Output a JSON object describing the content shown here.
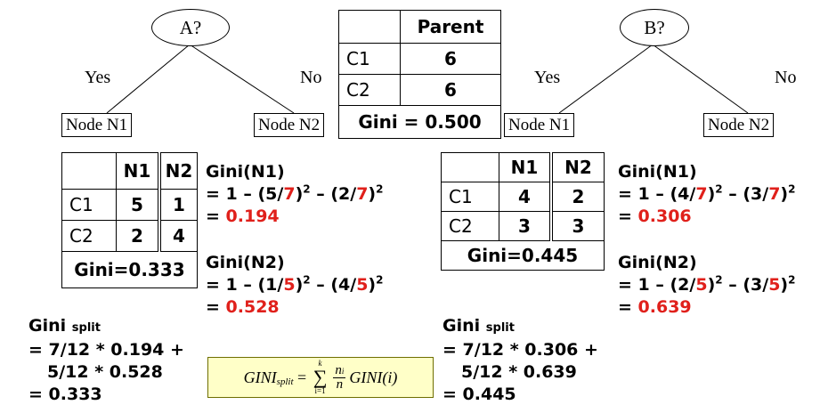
{
  "tree_a": {
    "question": "A?",
    "yes": "Yes",
    "no": "No",
    "left_node": "Node N1",
    "right_node": "Node N2"
  },
  "tree_b": {
    "question": "B?",
    "yes": "Yes",
    "no": "No",
    "left_node": "Node N1",
    "right_node": "Node N2"
  },
  "parent_table": {
    "header": "Parent",
    "rows": [
      {
        "label": "C1",
        "value": "6"
      },
      {
        "label": "C2",
        "value": "6"
      }
    ],
    "gini": "Gini = 0.500"
  },
  "split_a": {
    "table": {
      "headers": [
        "N1",
        "N2"
      ],
      "rows": [
        {
          "label": "C1",
          "n1": "5",
          "n2": "1"
        },
        {
          "label": "C2",
          "n1": "2",
          "n2": "4"
        }
      ],
      "gini": "Gini=0.333"
    },
    "gini_n1": {
      "title": "Gini(N1)",
      "eq_pre": "= 1 – (5/",
      "d1": "7",
      "eq_mid": ")",
      "exp": "2",
      "eq_mid2": " – (2/",
      "d2": "7",
      "eq_end": ")",
      "result": "0.194"
    },
    "gini_n2": {
      "title": "Gini(N2)",
      "eq_pre": "= 1 – (1/",
      "d1": "5",
      "eq_mid": ")",
      "exp": "2",
      "eq_mid2": " – (4/",
      "d2": "5",
      "eq_end": ")",
      "result": "0.528"
    },
    "gini_split": {
      "title": "Gini",
      "subscript": "split",
      "line1": "= 7/12 * 0.194 +",
      "line2": "5/12 * 0.528",
      "line3": "= 0.333"
    }
  },
  "split_b": {
    "table": {
      "headers": [
        "N1",
        "N2"
      ],
      "rows": [
        {
          "label": "C1",
          "n1": "4",
          "n2": "2"
        },
        {
          "label": "C2",
          "n1": "3",
          "n2": "3"
        }
      ],
      "gini": "Gini=0.445"
    },
    "gini_n1": {
      "title": "Gini(N1)",
      "eq_pre": "= 1 – (4/",
      "d1": "7",
      "eq_mid": ")",
      "exp": "2",
      "eq_mid2": " – (3/",
      "d2": "7",
      "eq_end": ")",
      "result": "0.306"
    },
    "gini_n2": {
      "title": "Gini(N2)",
      "eq_pre": "= 1 – (2/",
      "d1": "5",
      "eq_mid": ")",
      "exp": "2",
      "eq_mid2": " – (3/",
      "d2": "5",
      "eq_end": ")",
      "result": "0.639"
    },
    "gini_split": {
      "title": "Gini",
      "subscript": "split",
      "line1": "= 7/12 * 0.306 +",
      "line2": "5/12 * 0.639",
      "line3": "= 0.445"
    }
  },
  "formula": {
    "lhs": "GINI",
    "lhs_sub": "split",
    "eq": " = ",
    "sum_upper": "k",
    "sum_lower": "i=1",
    "frac_num": "n",
    "frac_num_sub": "i",
    "frac_den": "n",
    "rhs": "GINI(i)"
  },
  "colors": {
    "highlight": "#e0201b",
    "formula_bg": "#ffffc8"
  }
}
